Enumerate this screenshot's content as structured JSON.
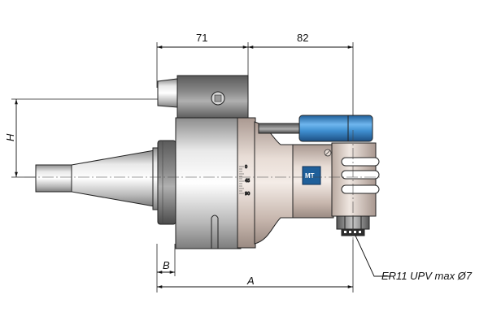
{
  "drawing": {
    "dimensions": {
      "top_left": "71",
      "top_right": "82",
      "height": "H",
      "collar": "B",
      "overall": "A"
    },
    "callout": "ER11 UPV max Ø7",
    "scale_labels": [
      "0",
      "45",
      "90"
    ],
    "logo": "MT",
    "colors": {
      "body": "#d9cdc6",
      "steel": "#c8c8c8",
      "dark_steel": "#6f6f6f",
      "coolant_pipe": "#3f8fd0",
      "outline": "#222222"
    }
  }
}
